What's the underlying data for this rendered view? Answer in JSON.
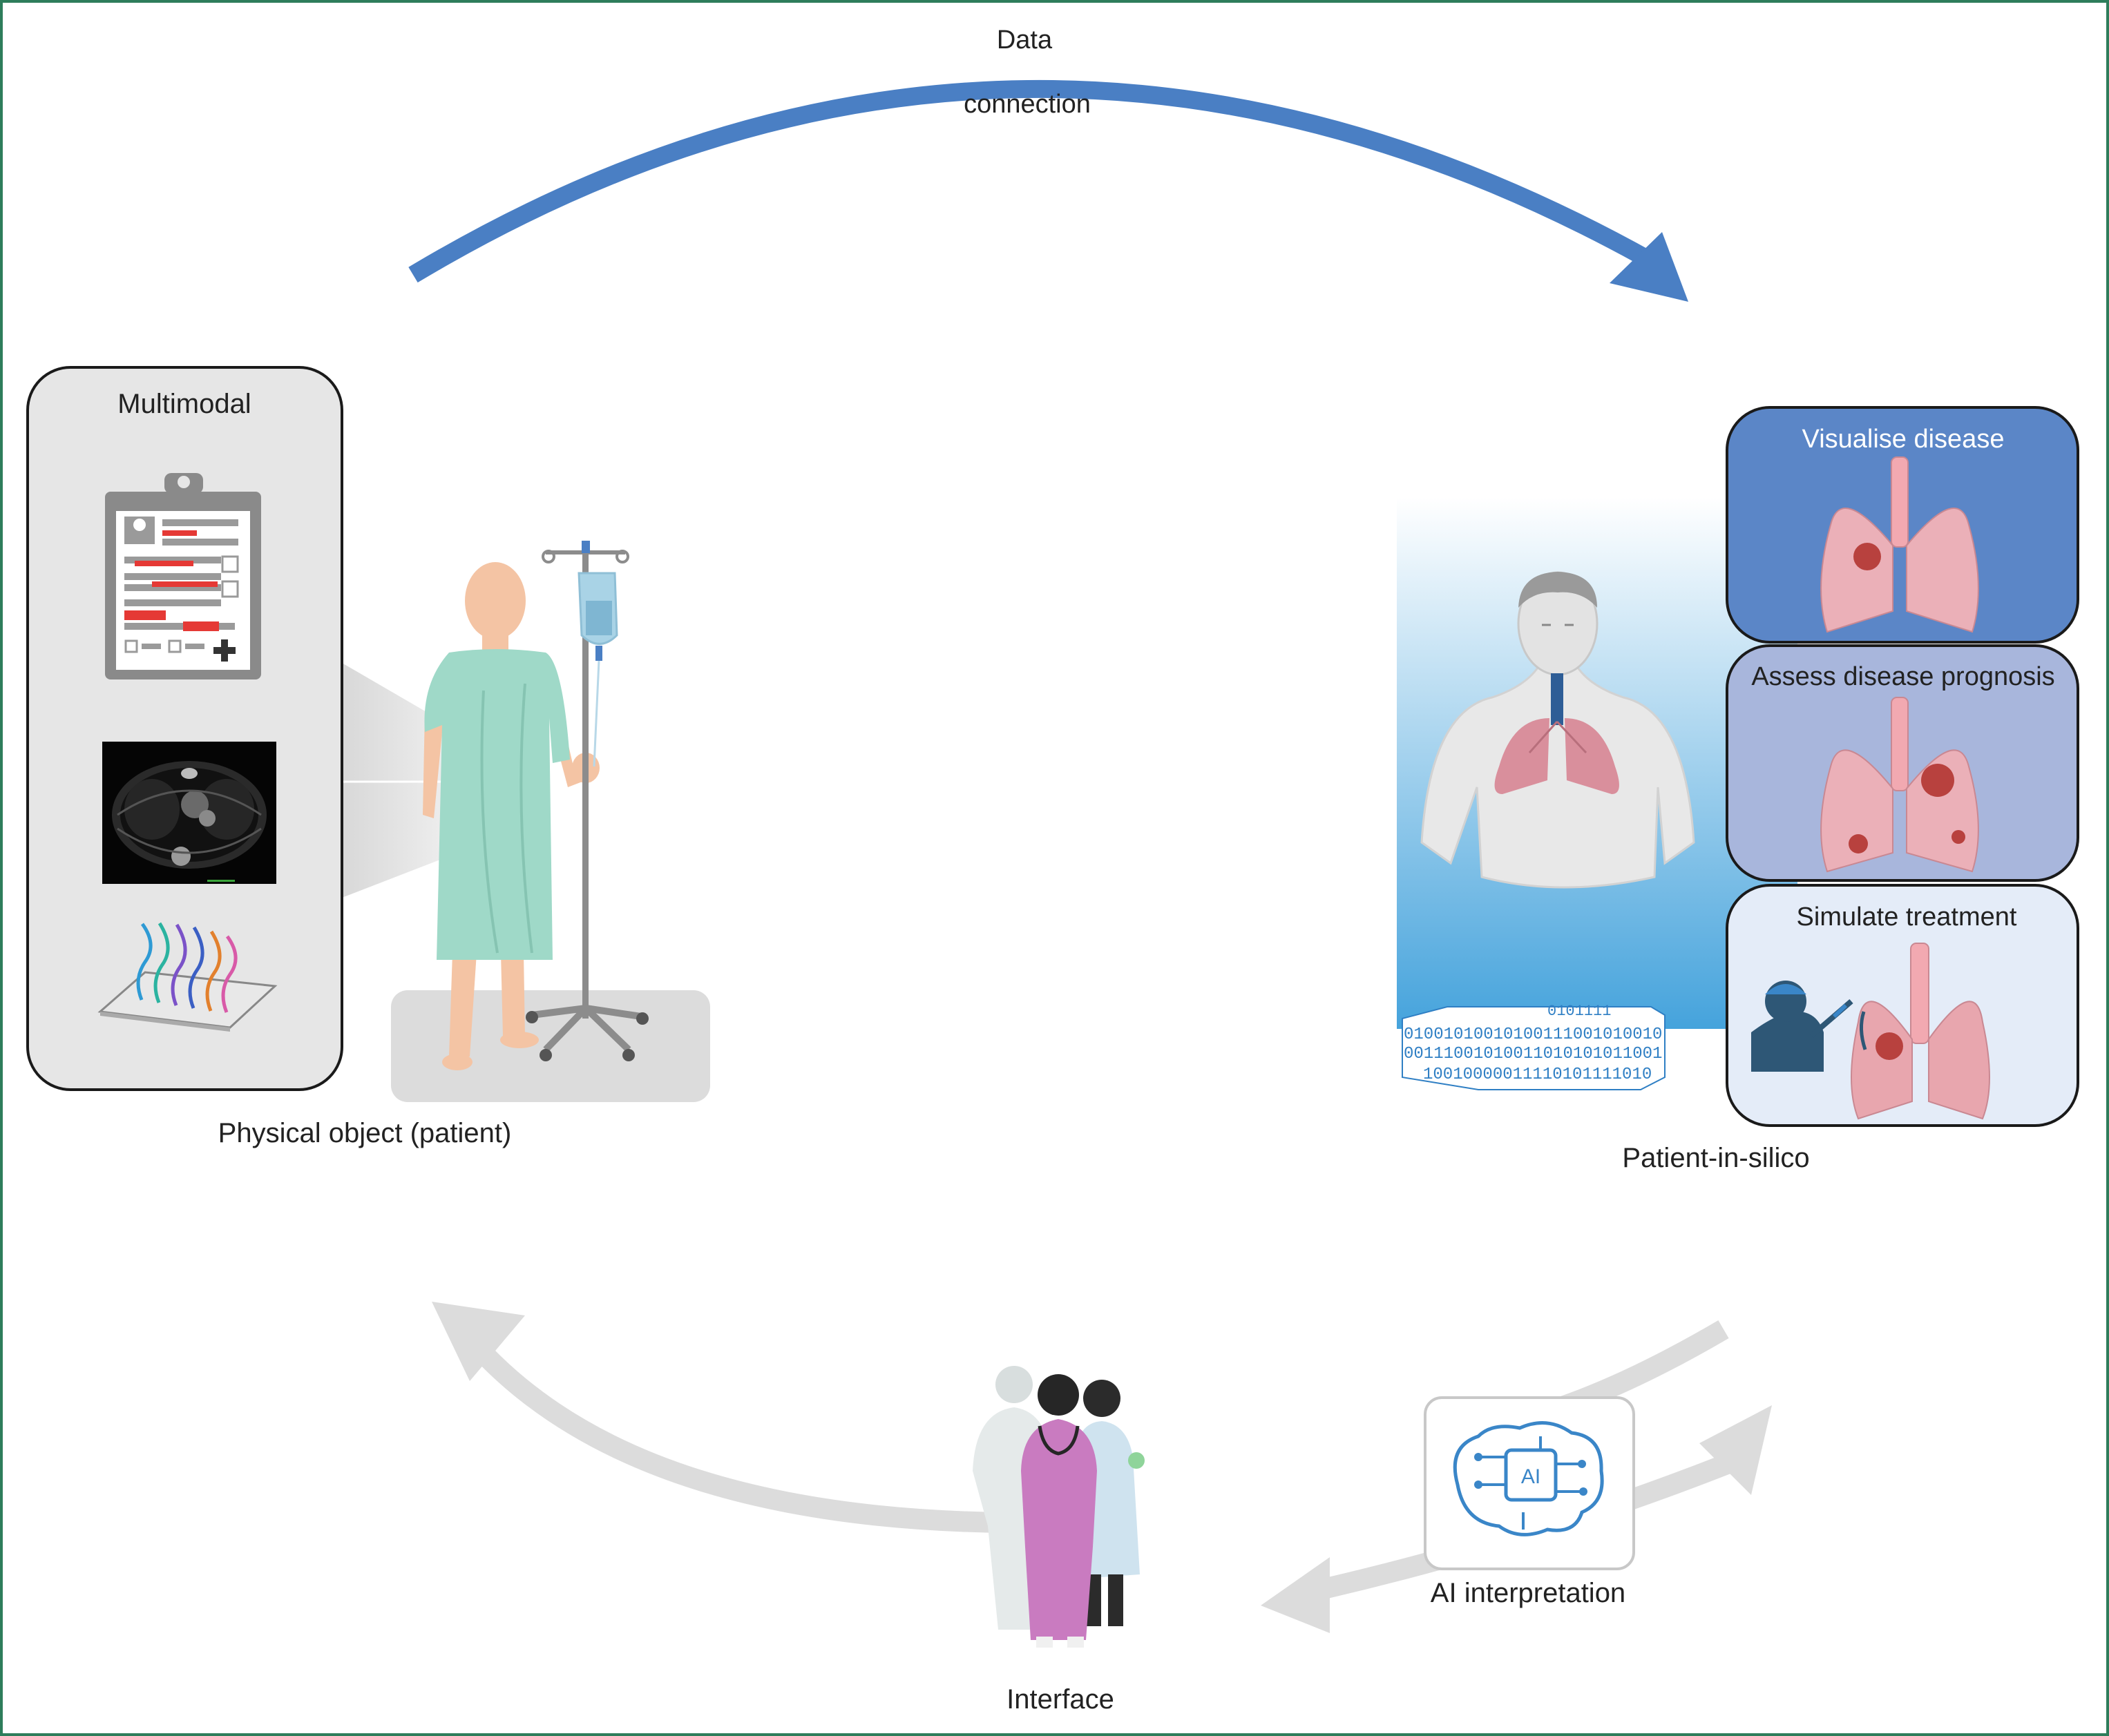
{
  "labels": {
    "data_line1": "Data",
    "data_line2": "connection",
    "multimodal": "Multimodal",
    "physical_object": "Physical object (patient)",
    "patient_in_silico": "Patient-in-silico",
    "visualise_disease": "Visualise disease",
    "assess_prognosis": "Assess disease prognosis",
    "simulate_treatment": "Simulate treatment",
    "ai_chip": "AI",
    "ai_interpretation": "AI interpretation",
    "interface": "Interface"
  },
  "binary": {
    "row1": "0101111",
    "row2": "01001010010100111001010010",
    "row3": "00111001010011010101011001",
    "row4": "10010000011110101111010"
  },
  "colors": {
    "frame": "#2e7d5b",
    "data_arrow": "#4a7fc4",
    "grey_arrows": "#dcdcdc",
    "panel_visualise": "#5b86c7",
    "panel_prognosis": "#a8b6dc",
    "panel_simulate": "#e4ecf8",
    "lung": "#e8a6ae",
    "tumour": "#b8413e",
    "gown": "#9fd9c8",
    "skin": "#f4c4a4",
    "scrubs": "#c97bc0"
  }
}
